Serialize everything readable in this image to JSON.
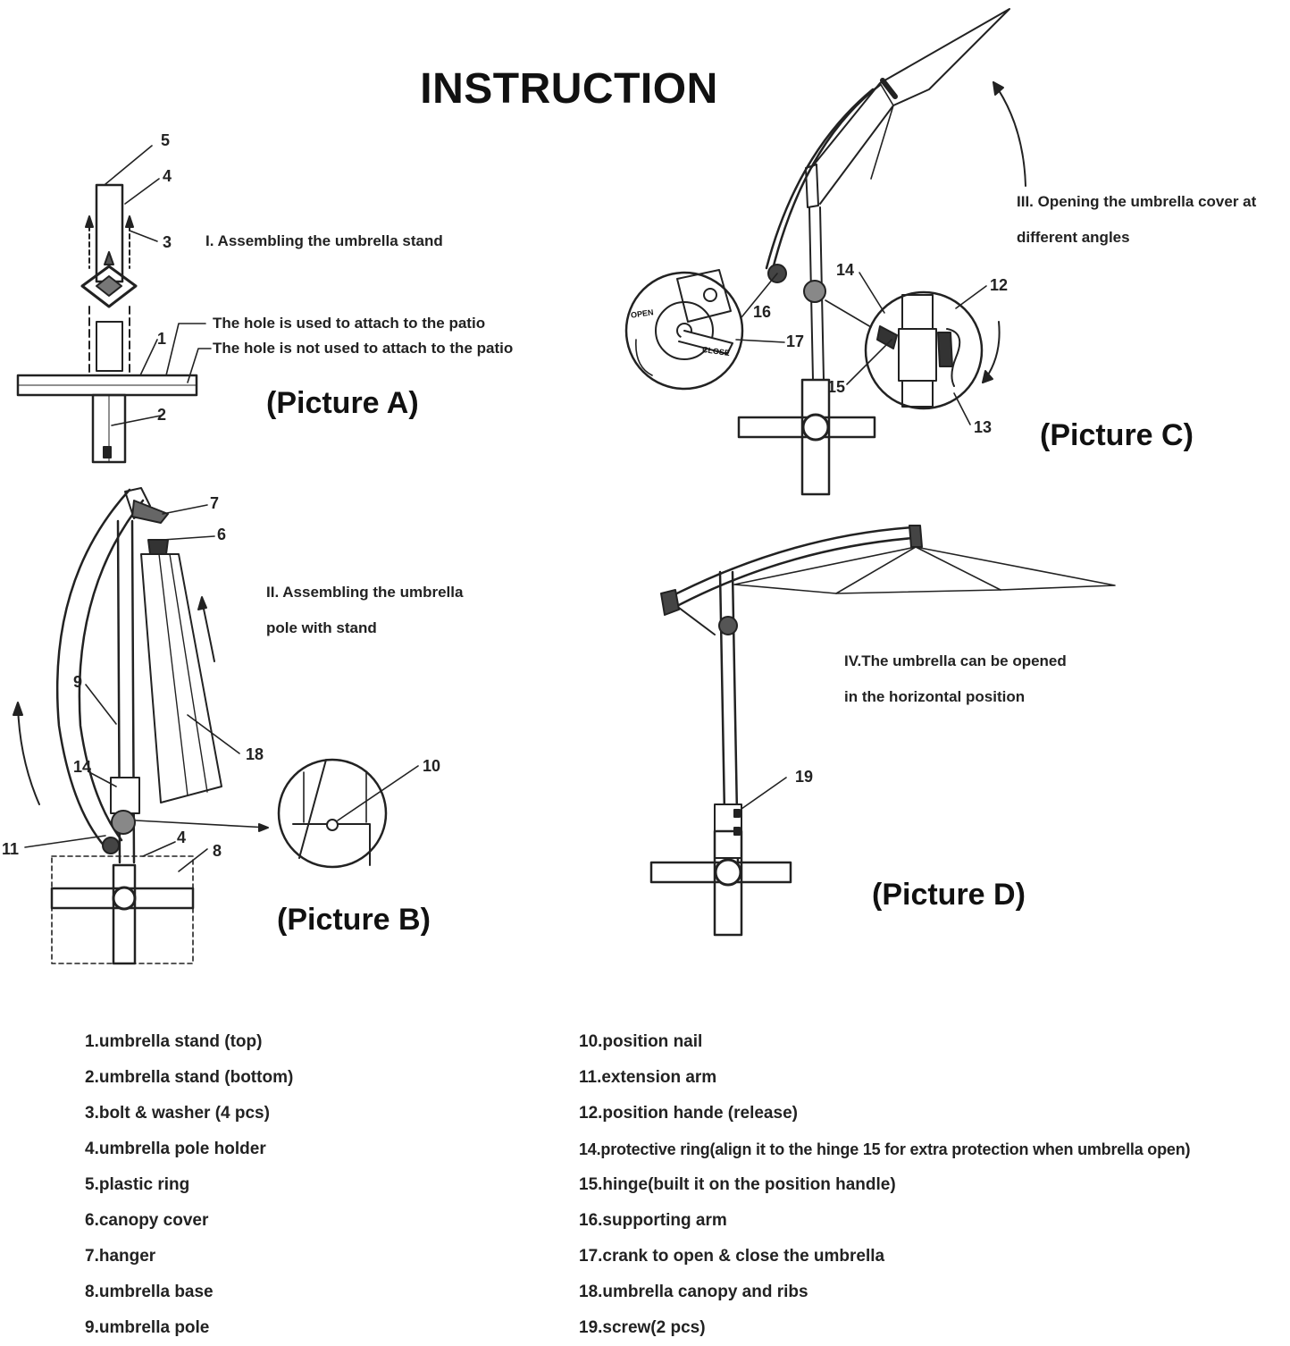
{
  "title": "INSTRUCTION",
  "steps": {
    "s1": "I. Assembling the umbrella stand",
    "s2_line1": "II. Assembling the umbrella",
    "s2_line2": "pole with stand",
    "s3_line1": "III. Opening the umbrella cover at",
    "s3_line2": "different angles",
    "s4_line1": "IV.The umbrella can be opened",
    "s4_line2": "in the horizontal position"
  },
  "notes": {
    "hole_used": "The hole is used to attach to the patio",
    "hole_not_used": "The hole is not used to attach to the patio"
  },
  "pictures": {
    "a": "(Picture A)",
    "b": "(Picture B)",
    "c": "(Picture C)",
    "d": "(Picture D)"
  },
  "callouts": {
    "a": [
      "5",
      "4",
      "3",
      "1",
      "2"
    ],
    "b": [
      "7",
      "6",
      "9",
      "18",
      "14",
      "10",
      "11",
      "4",
      "8"
    ],
    "c": [
      "14",
      "12",
      "16",
      "17",
      "15",
      "13"
    ],
    "d": [
      "19"
    ]
  },
  "dial_text": {
    "open": "OPEN",
    "close": "CLOSE"
  },
  "legend_left": [
    "1.umbrella stand (top)",
    "2.umbrella stand (bottom)",
    "3.bolt & washer (4 pcs)",
    "4.umbrella pole holder",
    "5.plastic ring",
    "6.canopy cover",
    "7.hanger",
    "8.umbrella base",
    "9.umbrella pole"
  ],
  "legend_right": [
    "10.position nail",
    "11.extension arm",
    "12.position hande (release)",
    "14.protective ring(align it to the hinge 15 for extra protection when umbrella open)",
    "15.hinge(built it on the position handle)",
    "16.supporting arm",
    "17.crank to open & close the umbrella",
    "18.umbrella canopy and ribs",
    "19.screw(2 pcs)"
  ]
}
